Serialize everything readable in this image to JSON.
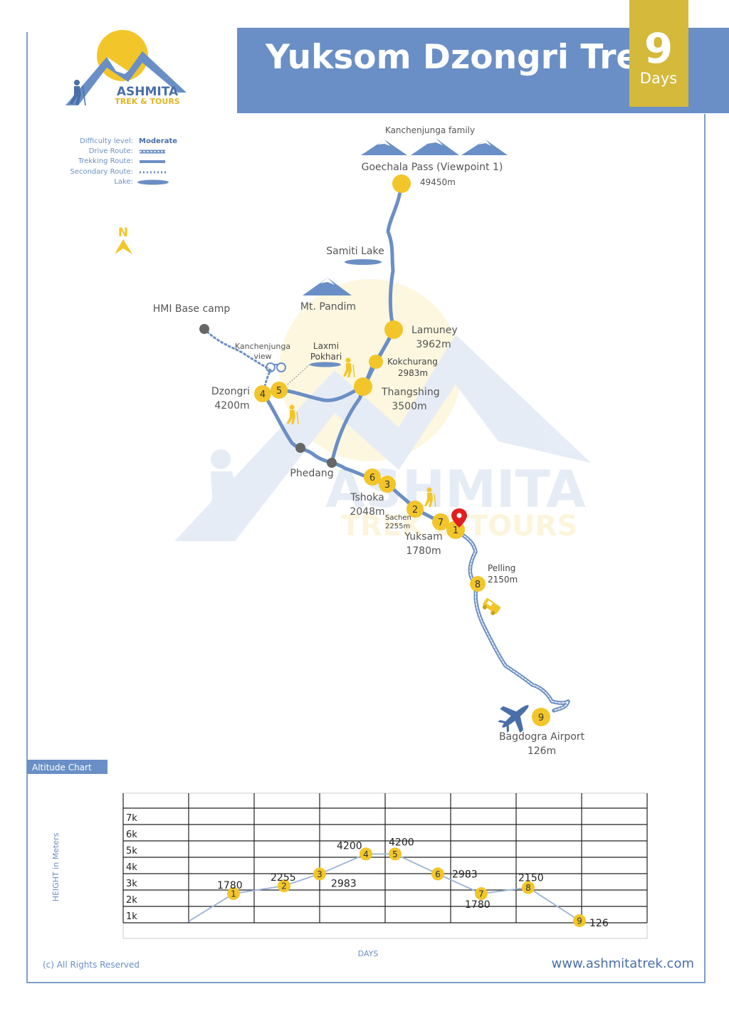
{
  "header": {
    "title": "Yuksom Dzongri Trek",
    "days_number": "9",
    "days_label": "Days"
  },
  "brand": {
    "name": "ASHMITA",
    "tagline": "TREK & TOURS",
    "website": "www.ashmitatrek.com",
    "copyright": "(c) All Rights Reserved"
  },
  "legend": {
    "difficulty_label": "Difficulty level:",
    "difficulty_value": "Moderate",
    "drive_route": "Drive Route:",
    "trekking_route": "Trekking Route:",
    "secondary_route": "Secondary Route:",
    "lake": "Lake:"
  },
  "north": "N",
  "places": {
    "kanchenjunga_family": "Kanchenjunga family",
    "goechala": "Goechala Pass (Viewpoint 1)",
    "goechala_alt": "49450m",
    "samiti_lake": "Samiti Lake",
    "mt_pandim": "Mt. Pandim",
    "hmi": "HMI Base camp",
    "kanchenjunga_view_1": "Kanchenjunga",
    "kanchenjunga_view_2": "view",
    "laxmi_1": "Laxmi",
    "laxmi_2": "Pokhari",
    "lamuney": "Lamuney",
    "lamuney_alt": "3962m",
    "kokchurang": "Kokchurang",
    "kokchurang_alt": "2983m",
    "thangshing": "Thangshing",
    "thangshing_alt": "3500m",
    "dzongri": "Dzongri",
    "dzongri_alt": "4200m",
    "phedang": "Phedang",
    "tshoka": "Tshoka",
    "tshoka_alt": "2048m",
    "sachen": "Sachen",
    "sachen_alt": "2255m",
    "yuksam": "Yuksam",
    "yuksam_alt": "1780m",
    "pelling": "Pelling",
    "pelling_alt": "2150m",
    "bagdogra": "Bagdogra Airport",
    "bagdogra_alt": "126m"
  },
  "day_markers": [
    "1",
    "2",
    "3",
    "4",
    "5",
    "6",
    "7",
    "8",
    "9"
  ],
  "colors": {
    "blue": "#6b8fc4",
    "yellow": "#f2c62a",
    "header_blue": "#6a8fc6",
    "gray": "#666666"
  },
  "chart_data": {
    "type": "line",
    "title": "Altitude Chart",
    "xlabel": "DAYS",
    "ylabel": "HEIGHT in Meters",
    "y_ticks": [
      "1k",
      "2k",
      "3k",
      "4k",
      "5k",
      "6k",
      "7k"
    ],
    "ylim": [
      0,
      7000
    ],
    "grid": true,
    "points": [
      {
        "day": "1",
        "value": 1780,
        "label": "1780"
      },
      {
        "day": "2",
        "value": 2255,
        "label": "2255"
      },
      {
        "day": "3",
        "value": 2983,
        "label": "2983"
      },
      {
        "day": "4",
        "value": 4200,
        "label": "4200"
      },
      {
        "day": "5",
        "value": 4200,
        "label": "4200"
      },
      {
        "day": "6",
        "value": 2983,
        "label": "2983"
      },
      {
        "day": "7",
        "value": 1780,
        "label": "1780"
      },
      {
        "day": "8",
        "value": 2150,
        "label": "2150"
      },
      {
        "day": "9",
        "value": 126,
        "label": "126"
      }
    ]
  }
}
